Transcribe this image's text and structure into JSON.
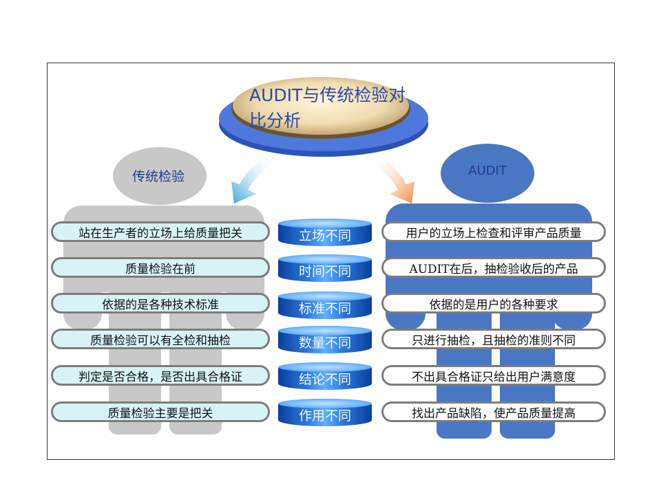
{
  "title": "AUDIT与传统检验对比分析",
  "left_header": "传统检验",
  "right_header": "AUDIT",
  "rows": [
    {
      "left": "站在生产者的立场上给质量把关",
      "center": "立场不同",
      "right": "用户的立场上检查和评审产品质量"
    },
    {
      "left": "质量检验在前",
      "center": "时间不同",
      "right": "AUDIT在后，抽检验收后的产品"
    },
    {
      "left": "依据的是各种技术标准",
      "center": "标准不同",
      "right": "依据的是用户的各种要求"
    },
    {
      "left": "质量检验可以有全检和抽检",
      "center": "数量不同",
      "right": "只进行抽检，且抽检的准则不同"
    },
    {
      "left": "判定是否合格，是否出具合格证",
      "center": "结论不同",
      "right": "不出具合格证只给出用户满意度"
    },
    {
      "left": "质量检验主要是把关",
      "center": "作用不同",
      "right": "找出产品缺陷，使产品质量提高"
    }
  ],
  "colors": {
    "accent_blue": "#4a77c4",
    "figure_gray": "#c8c8c8",
    "title_text": "#2948a8"
  }
}
